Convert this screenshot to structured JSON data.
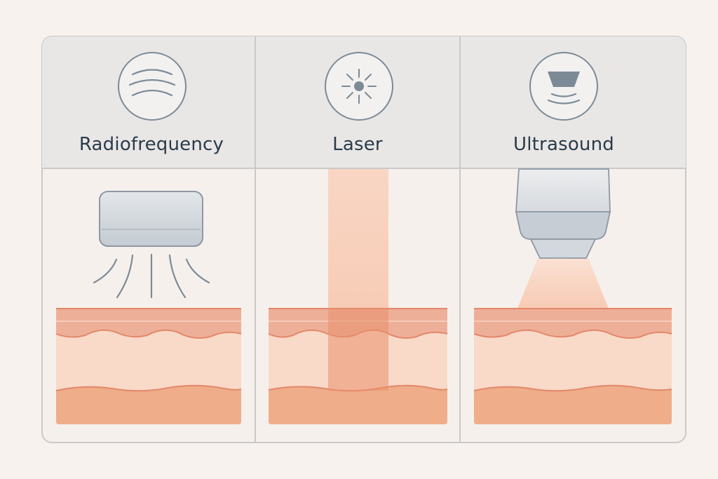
{
  "panels": [
    {
      "label": "Radiofrequency",
      "icon": "radio-waves-icon"
    },
    {
      "label": "Laser",
      "icon": "sun-burst-icon"
    },
    {
      "label": "Ultrasound",
      "icon": "transducer-icon"
    }
  ],
  "colors": {
    "background": "#f8f2ef",
    "header_bg": "#e9e7e6",
    "card_bg": "#f6f0ec",
    "border": "#c9c9c9",
    "icon_stroke": "#7c8a96",
    "device_fill": "#c5ccd3",
    "text": "#2a3b4a",
    "epidermis": "#eeaf98",
    "dermis": "#f9d9c8",
    "hypodermis": "#efad8a",
    "layer_line": "#e2886a",
    "laser_beam": "#f7c7b0"
  }
}
